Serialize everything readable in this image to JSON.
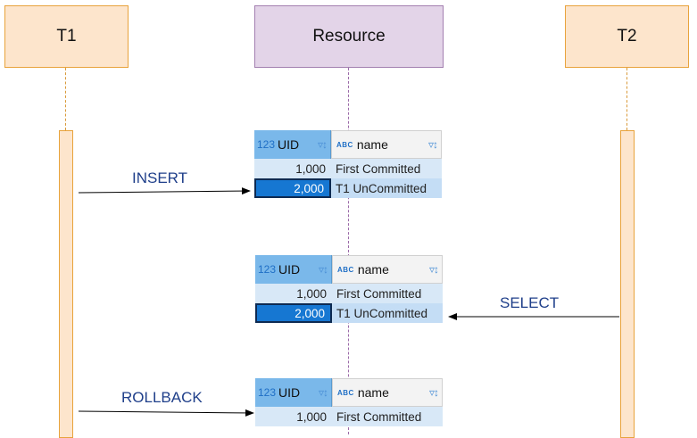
{
  "actors": {
    "t1": "T1",
    "resource": "Resource",
    "t2": "T2"
  },
  "messages": {
    "insert": "INSERT",
    "select": "SELECT",
    "rollback": "ROLLBACK"
  },
  "colors": {
    "transaction_fill": "#fde5cc",
    "transaction_border": "#e8a33c",
    "resource_fill": "#e3d4e8",
    "resource_border": "#a37fb0",
    "arrow": "#000000",
    "message_text": "#1f3f8a",
    "selected_cell": "#1677d2"
  },
  "grids": [
    {
      "columns": [
        {
          "type_icon": "123",
          "label": "UID",
          "icon": "filter-sort-icon"
        },
        {
          "type_icon": "ABC",
          "label": "name",
          "icon": "filter-sort-icon"
        }
      ],
      "rows": [
        {
          "uid": "1,000",
          "name": "First Committed",
          "selected": false
        },
        {
          "uid": "2,000",
          "name": "T1 UnCommitted",
          "selected": true
        }
      ]
    },
    {
      "columns": [
        {
          "type_icon": "123",
          "label": "UID",
          "icon": "filter-sort-icon"
        },
        {
          "type_icon": "ABC",
          "label": "name",
          "icon": "filter-sort-icon"
        }
      ],
      "rows": [
        {
          "uid": "1,000",
          "name": "First Committed",
          "selected": false
        },
        {
          "uid": "2,000",
          "name": "T1 UnCommitted",
          "selected": true
        }
      ]
    },
    {
      "columns": [
        {
          "type_icon": "123",
          "label": "UID",
          "icon": "filter-sort-icon"
        },
        {
          "type_icon": "ABC",
          "label": "name",
          "icon": "filter-sort-icon"
        }
      ],
      "rows": [
        {
          "uid": "1,000",
          "name": "First Committed",
          "selected": false
        }
      ]
    }
  ]
}
